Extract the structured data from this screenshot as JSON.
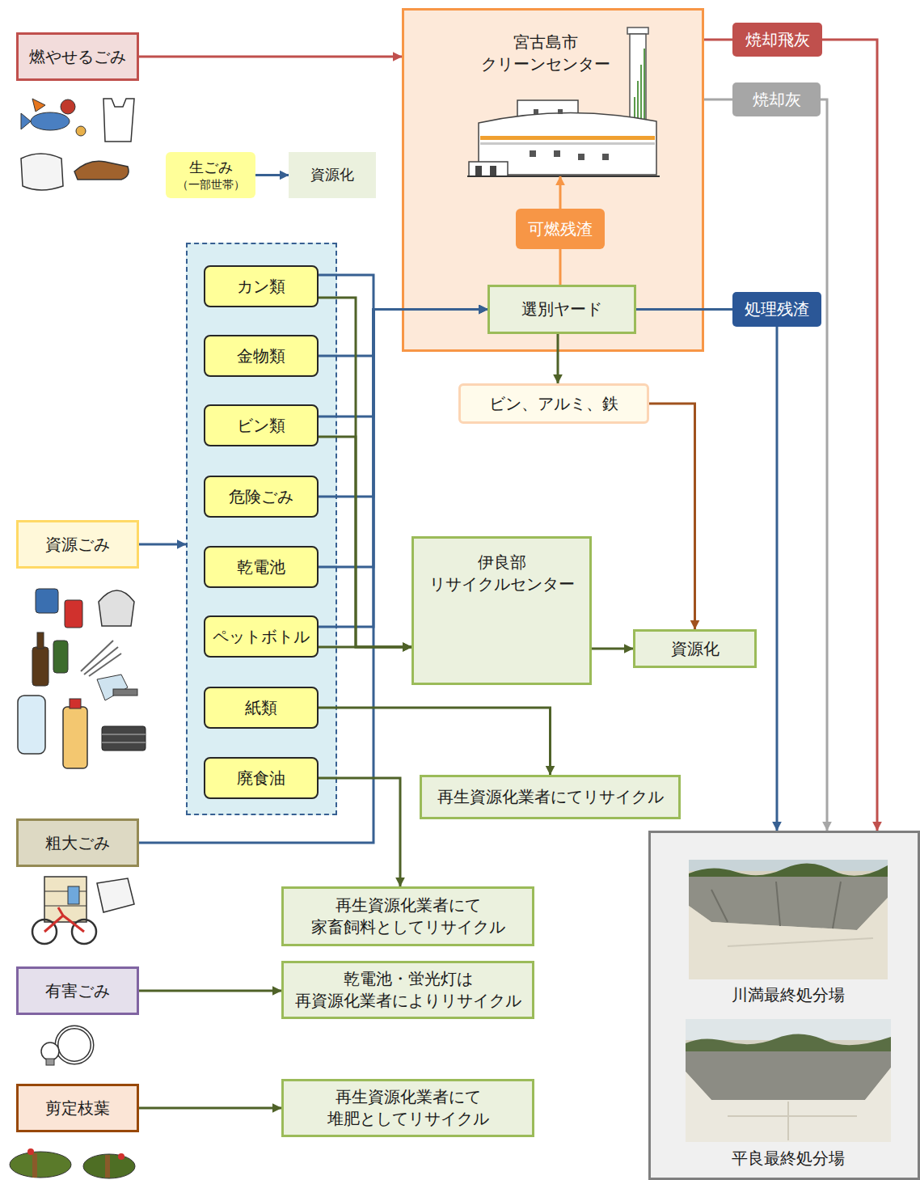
{
  "diagram": {
    "nodes": [
      {
        "text": [
          "燃やせるごみ"
        ]
      },
      {
        "text": [
          "宮古島市 クリーンセンター"
        ]
      },
      {
        "text": [
          "焼却飛灰"
        ]
      },
      {
        "text": [
          "焼却灰"
        ]
      },
      {
        "text": [
          "生ごみ",
          "（一部世帯）"
        ]
      },
      {
        "text": [
          "資源化"
        ]
      },
      {
        "text": [
          "可燃残渣"
        ],
        "in": 1
      },
      {
        "text": [
          "選別ヤード"
        ],
        "in": 1
      },
      {
        "text": [
          "処理残渣"
        ]
      },
      {
        "text": []
      },
      {
        "text": [
          "カン類"
        ],
        "in": 9
      },
      {
        "text": [
          "金物類"
        ],
        "in": 9
      },
      {
        "text": [
          "ビン類"
        ],
        "in": 9
      },
      {
        "text": [
          "危険ごみ"
        ],
        "in": 9
      },
      {
        "text": [
          "乾電池"
        ],
        "in": 9
      },
      {
        "text": [
          "ペットボトル"
        ],
        "in": 9
      },
      {
        "text": [
          "紙類"
        ],
        "in": 9
      },
      {
        "text": [
          "廃食油"
        ],
        "in": 9
      },
      {
        "text": [
          "ビン、アルミ、鉄"
        ]
      },
      {
        "text": [
          "資源ごみ"
        ]
      },
      {
        "text": [
          "伊良部 リサイクルセンター"
        ]
      },
      {
        "text": [
          "資源化"
        ]
      },
      {
        "text": [
          "再生資源化業者にてリサイクル"
        ]
      },
      {
        "text": [
          "粗大ごみ"
        ]
      },
      {
        "text": [
          "再生資源化業者にて 家畜飼料としてリサイクル"
        ]
      },
      {
        "text": [
          "有害ごみ"
        ]
      },
      {
        "text": [
          "乾電池・蛍光灯は 再資源化業者によりリサイクル"
        ]
      },
      {
        "text": [
          "剪定枝葉"
        ]
      },
      {
        "text": [
          "再生資源化業者にて 堆肥としてリサイクル"
        ]
      },
      {
        "text": []
      },
      {
        "text": [
          "川満最終処分場"
        ],
        "in": 29
      },
      {
        "text": [
          "平良最終処分場"
        ],
        "in": 29
      }
    ],
    "edges": [
      {
        "from": 0,
        "to": 1,
        "arrow": "to"
      },
      {
        "from": 1,
        "to": 2,
        "arrow": "none"
      },
      {
        "from": 2,
        "to": 29,
        "arrow": "to"
      },
      {
        "from": 1,
        "to": 3,
        "arrow": "none"
      },
      {
        "from": 3,
        "to": 29,
        "arrow": "to"
      },
      {
        "from": 4,
        "to": 5,
        "arrow": "to"
      },
      {
        "from": 7,
        "to": 6,
        "arrow": "none"
      },
      {
        "from": 6,
        "to": 1,
        "arrow": "to"
      },
      {
        "from": 7,
        "to": 18,
        "arrow": "to"
      },
      {
        "from": 7,
        "to": 8,
        "arrow": "none"
      },
      {
        "from": 8,
        "to": 29,
        "arrow": "to"
      },
      {
        "from": 18,
        "to": 21,
        "arrow": "to"
      },
      {
        "from": 19,
        "to": 9,
        "arrow": "to"
      },
      {
        "from": 10,
        "to": 7,
        "arrow": "to"
      },
      {
        "from": 11,
        "to": 7,
        "arrow": "to"
      },
      {
        "from": 12,
        "to": 7,
        "arrow": "to"
      },
      {
        "from": 13,
        "to": 7,
        "arrow": "to"
      },
      {
        "from": 14,
        "to": 7,
        "arrow": "to"
      },
      {
        "from": 15,
        "to": 7,
        "arrow": "to"
      },
      {
        "from": 23,
        "to": 7,
        "arrow": "to"
      },
      {
        "from": 10,
        "to": 20,
        "arrow": "to"
      },
      {
        "from": 12,
        "to": 20,
        "arrow": "to"
      },
      {
        "from": 15,
        "to": 20,
        "arrow": "to"
      },
      {
        "from": 20,
        "to": 21,
        "arrow": "to"
      },
      {
        "from": 16,
        "to": 22,
        "arrow": "to"
      },
      {
        "from": 17,
        "to": 24,
        "arrow": "to"
      },
      {
        "from": 25,
        "to": 26,
        "arrow": "to"
      },
      {
        "from": 27,
        "to": 28,
        "arrow": "to"
      }
    ]
  }
}
